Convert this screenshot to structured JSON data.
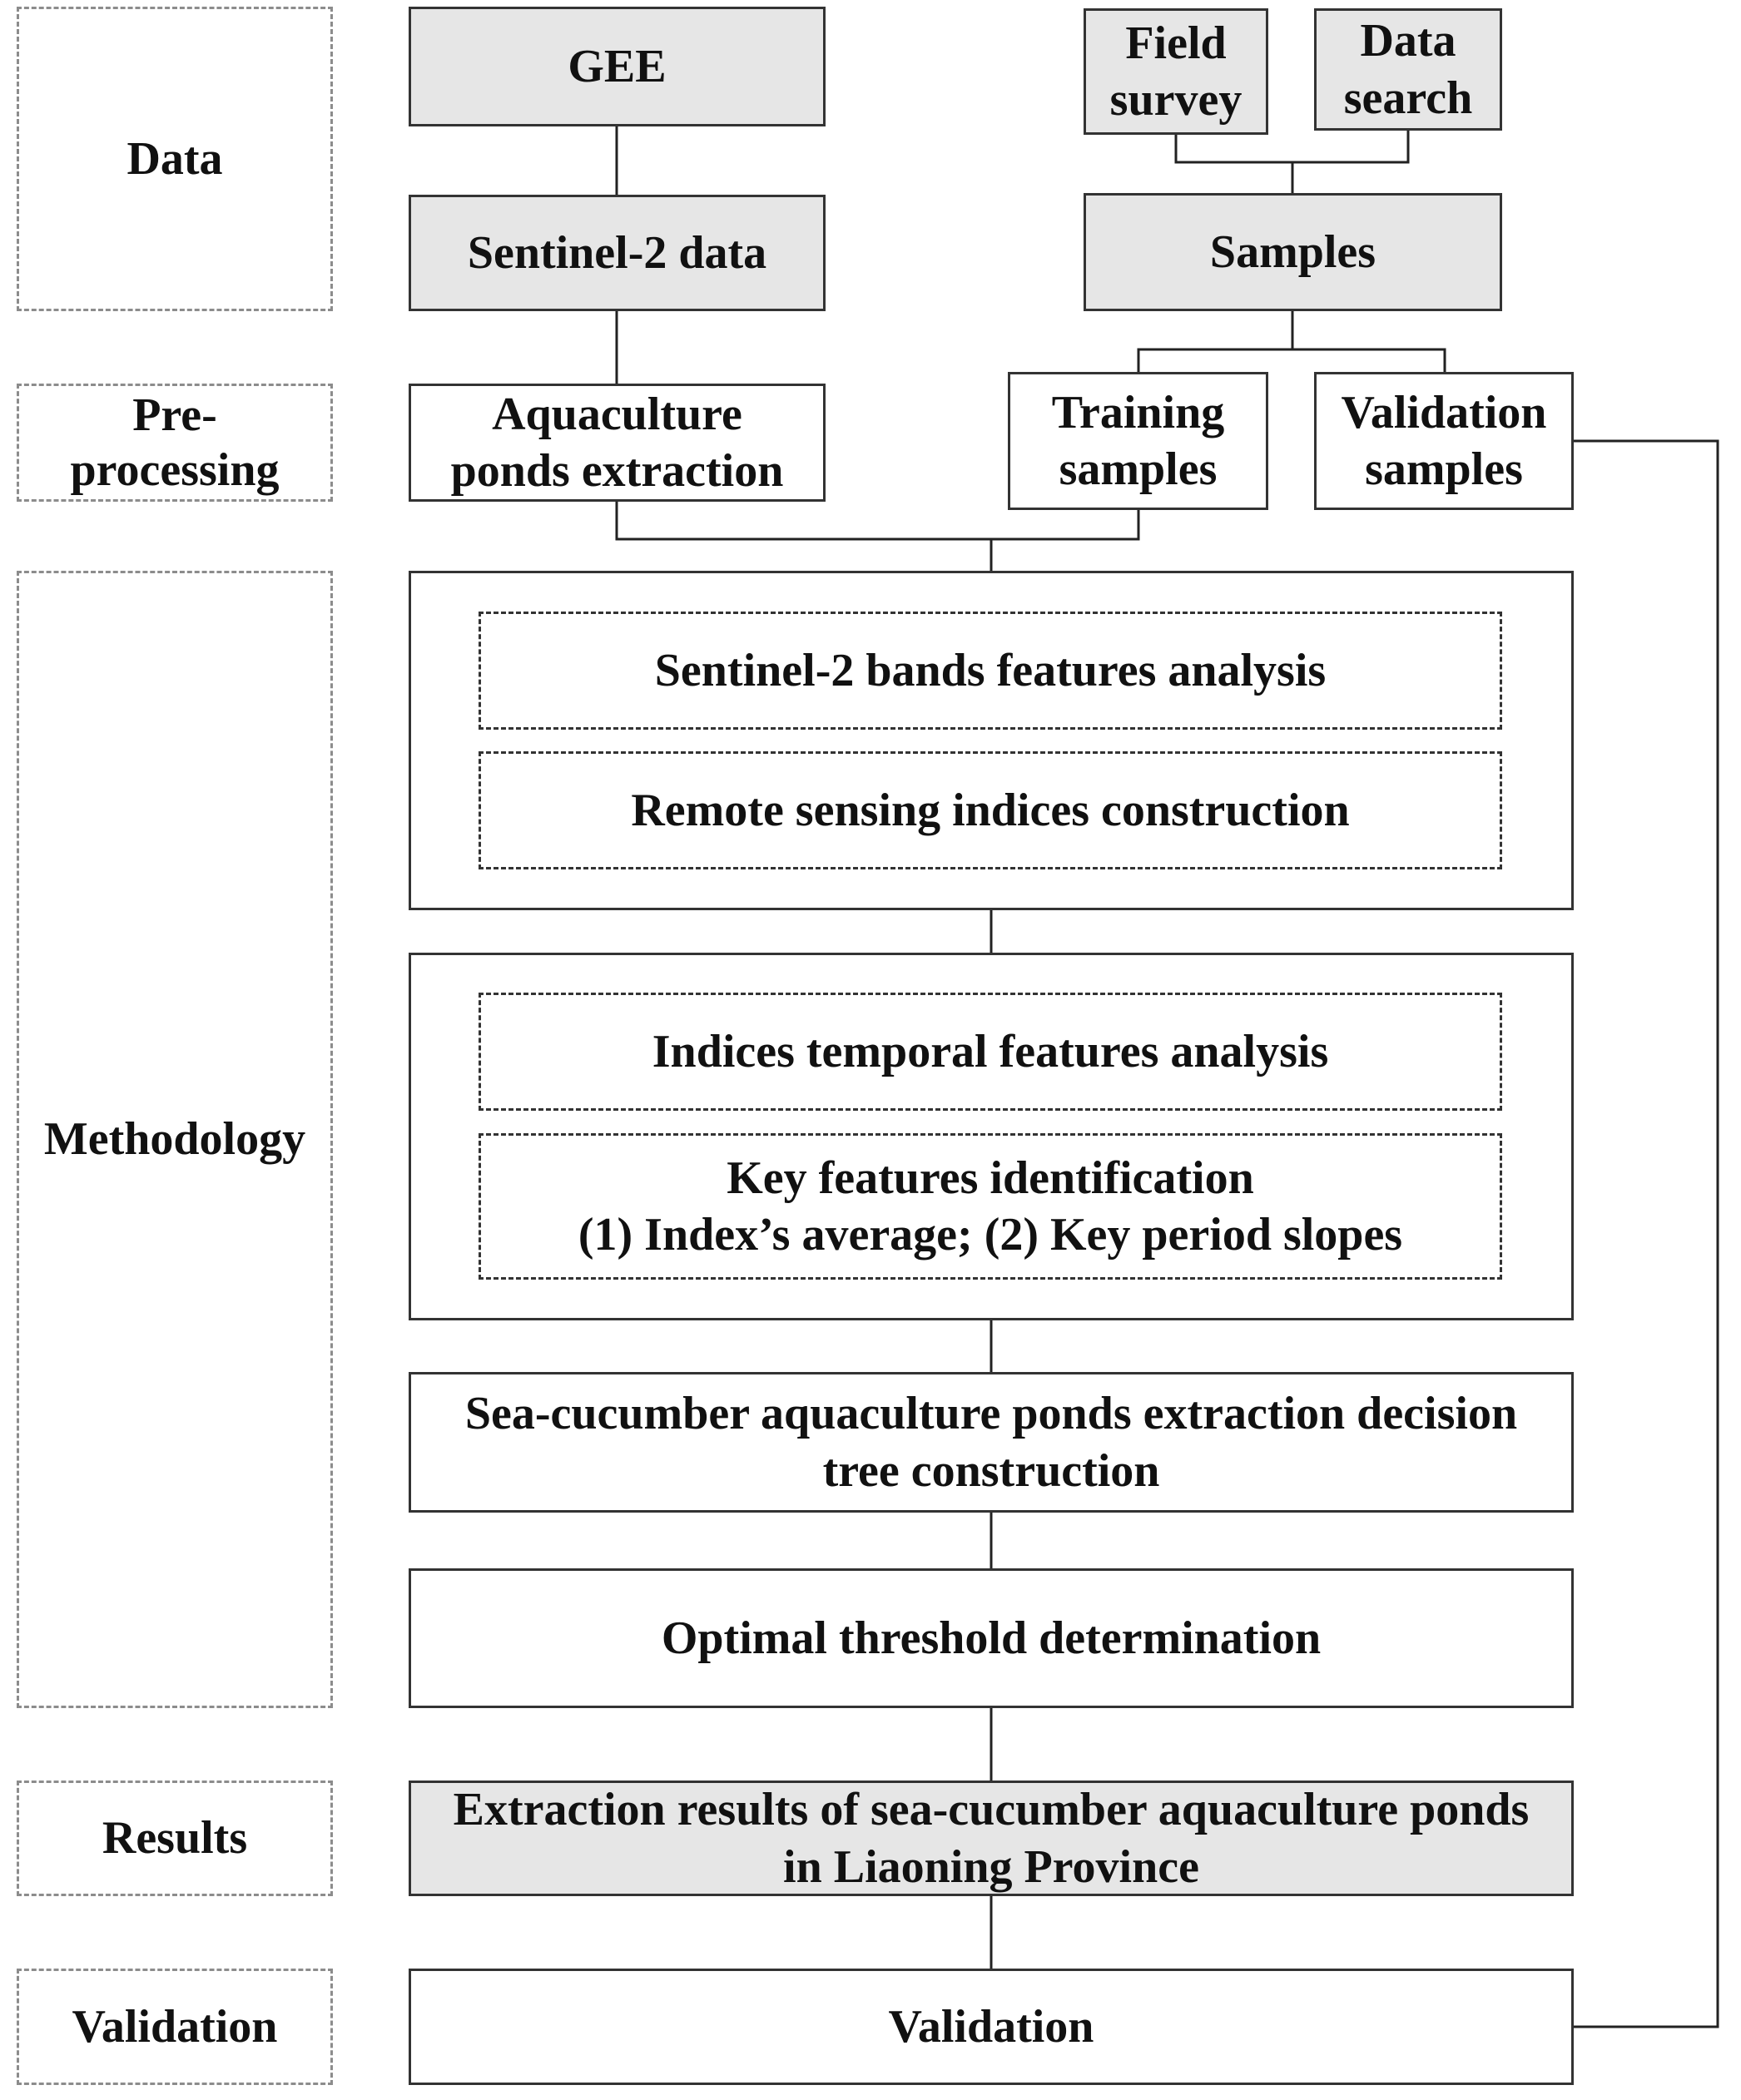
{
  "stages": {
    "data": "Data",
    "preprocessing": "Pre-\nprocessing",
    "methodology": "Methodology",
    "results": "Results",
    "validation": "Validation"
  },
  "boxes": {
    "gee": "GEE",
    "field_survey": "Field\nsurvey",
    "data_search": "Data\nsearch",
    "sentinel2_data": "Sentinel-2 data",
    "samples": "Samples",
    "aquaculture_ponds_extraction": "Aquaculture\nponds extraction",
    "training_samples": "Training\nsamples",
    "validation_samples": "Validation\nsamples",
    "bands_features_analysis": "Sentinel-2 bands features analysis",
    "indices_construction": "Remote sensing indices construction",
    "temporal_features_analysis": "Indices temporal features analysis",
    "key_features_identification": "Key features identification\n(1) Index’s average; (2) Key period slopes",
    "decision_tree_construction": "Sea-cucumber aquaculture ponds extraction decision\ntree construction",
    "optimal_threshold": "Optimal threshold determination",
    "extraction_results": "Extraction results of sea-cucumber aquaculture ponds\nin Liaoning Province",
    "validation": "Validation"
  },
  "colors": {
    "input_fill": "#e6e6e6",
    "box_fill": "#ffffff",
    "stroke": "#333333",
    "stage_border": "#8c8c8c"
  }
}
